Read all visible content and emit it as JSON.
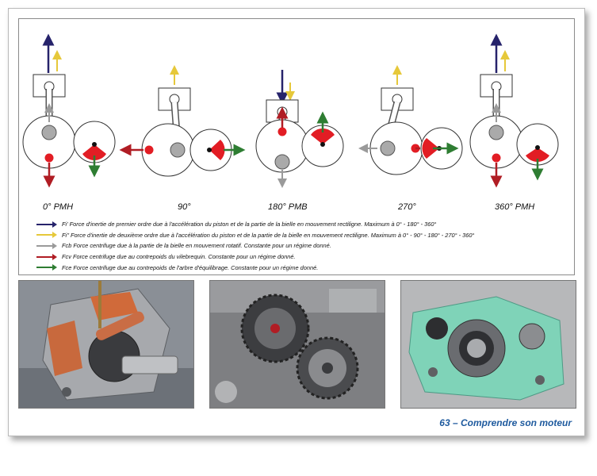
{
  "stages": [
    {
      "label": "0° PMH"
    },
    {
      "label": "90°"
    },
    {
      "label": "180° PMB"
    },
    {
      "label": "270°"
    },
    {
      "label": "360° PMH"
    }
  ],
  "legend": [
    {
      "text": "Fi' Force d'inertie de premier ordre due à l'accélération du piston et de la partie de la bielle en mouvement rectiligne. Maximum à 0° - 180° - 360°",
      "color": "#26236b"
    },
    {
      "text": "Fi'' Force d'inertie de deuxième ordre due à l'accélération du piston et de la partie de la bielle en mouvement rectiligne. Maximum à 0° - 90° - 180° - 270° - 360°",
      "color": "#e6c83a"
    },
    {
      "text": "Fcb Force centrifuge due à la partie de la bielle en mouvement rotatif. Constante pour un régime donné.",
      "color": "#9a9a9a"
    },
    {
      "text": "Fcv  Force centrifuge due au contrepoids du vilebrequin. Constante pour un régime donné.",
      "color": "#b01d24"
    },
    {
      "text": "Fce Force centrifuge due au contrepoids de l'arbre d'équilibrage. Constante pour un régime donné.",
      "color": "#2e7d32"
    }
  ],
  "footer": "63 – Comprendre son moteur"
}
